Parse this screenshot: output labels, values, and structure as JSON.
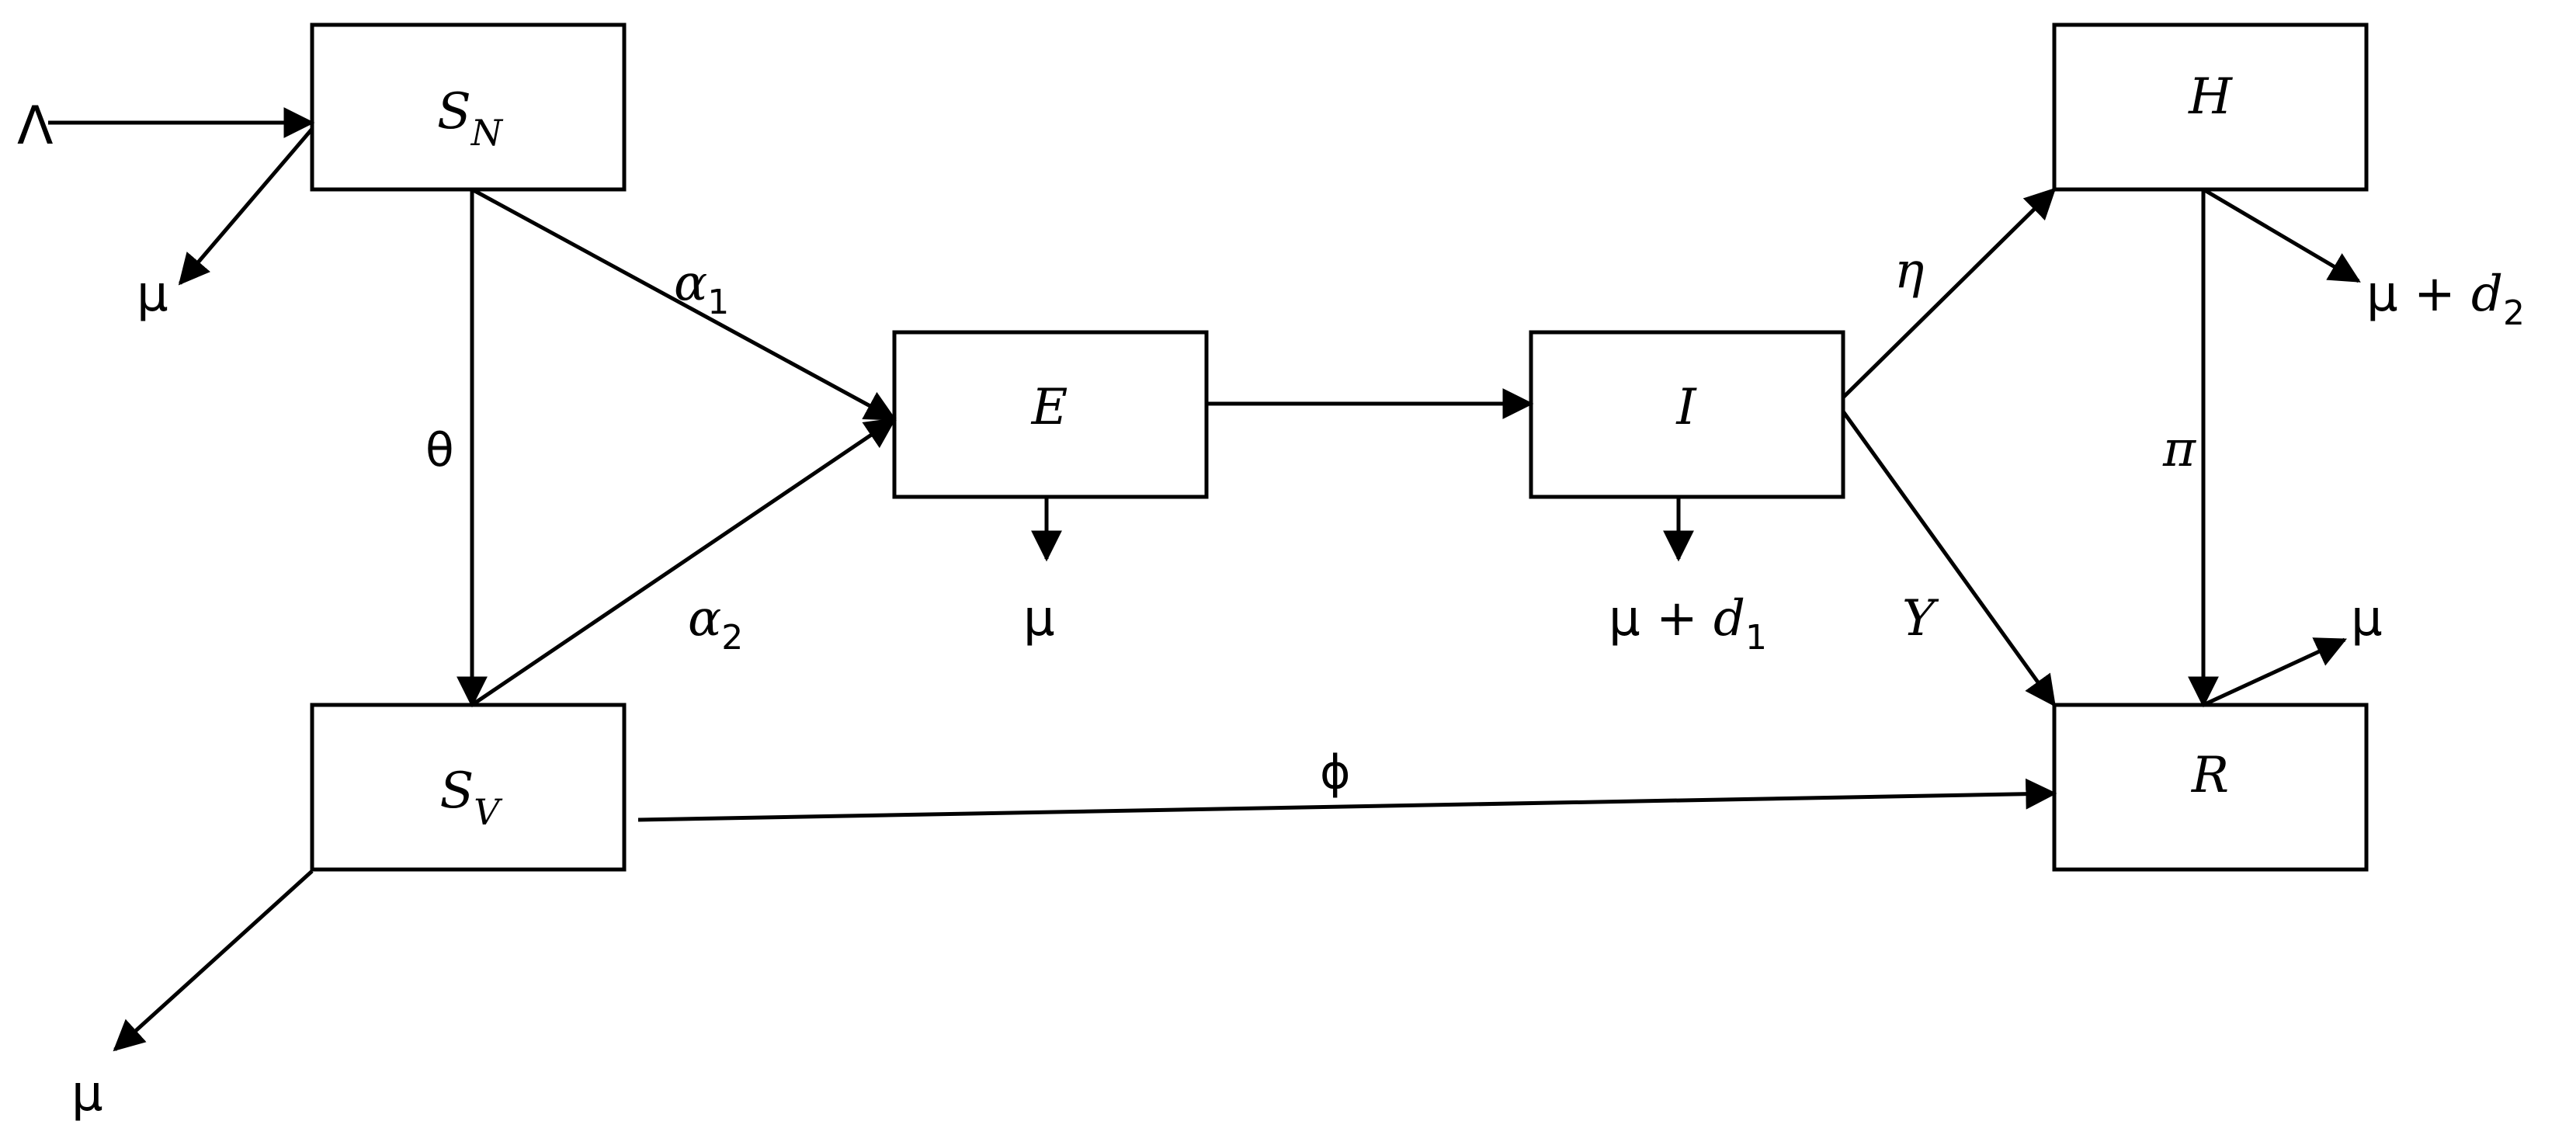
{
  "compartments": {
    "sn": {
      "main": "S",
      "sub": "N"
    },
    "sv": {
      "main": "S",
      "sub": "V"
    },
    "e": {
      "main": "E"
    },
    "i": {
      "main": "I"
    },
    "h": {
      "main": "H"
    },
    "r": {
      "main": "R"
    }
  },
  "labels": {
    "lambda": "Λ",
    "mu_sn": "μ",
    "mu_sv": "μ",
    "mu_e": "μ",
    "mu_r": "μ",
    "mu_d1": {
      "base": "μ + ",
      "var": "d",
      "sub": "1"
    },
    "mu_d2": {
      "base": "μ + ",
      "var": "d",
      "sub": "2"
    },
    "theta": "θ",
    "alpha1": {
      "var": "α",
      "sub": "1"
    },
    "alpha2": {
      "var": "α",
      "sub": "2"
    },
    "eta": "η",
    "gamma": "Υ",
    "pi": "π",
    "phi": "ϕ"
  }
}
